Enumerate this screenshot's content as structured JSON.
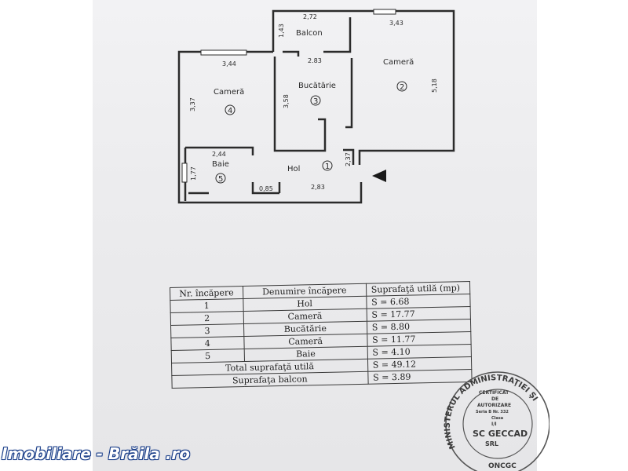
{
  "floorplan": {
    "rooms": [
      {
        "label": "Balcon"
      },
      {
        "label": "Cameră",
        "number": "2"
      },
      {
        "label": "Bucătărie",
        "number": "3"
      },
      {
        "label": "Cameră",
        "number": "4"
      },
      {
        "label": "Baie",
        "number": "5"
      },
      {
        "label": "Hol",
        "number": "1"
      }
    ],
    "dimensions": {
      "balcon_width": "2,72",
      "balcon_height": "1,43",
      "cam2_width": "3,43",
      "cam2_height": "5,18",
      "buc_width": "2.83",
      "buc_height": "3,58",
      "cam4_width": "3,44",
      "cam4_height": "3,37",
      "baie_width": "2,44",
      "baie_height": "1,77",
      "door_width": "0,85",
      "hol_width": "2,83",
      "hol_height": "2,37"
    }
  },
  "table": {
    "headers": [
      "Nr. încăpere",
      "Denumire încăpere",
      "Suprafaţă utilă (mp)"
    ],
    "rows": [
      {
        "nr": "1",
        "name": "Hol",
        "area": "S = 6.68"
      },
      {
        "nr": "2",
        "name": "Cameră",
        "area": "S = 17.77"
      },
      {
        "nr": "3",
        "name": "Bucătărie",
        "area": "S = 8.80"
      },
      {
        "nr": "4",
        "name": "Cameră",
        "area": "S = 11.77"
      },
      {
        "nr": "5",
        "name": "Baie",
        "area": "S = 4.10"
      }
    ],
    "total_label": "Total suprafaţă utilă",
    "total_value": "S = 49.12",
    "balcony_label": "Suprafaţa balcon",
    "balcony_value": "S = 3.89"
  },
  "stamp": {
    "ring_text": "MINISTERUL ADMINISTRAŢIEI ŞI",
    "ring_bottom": "ONCGC",
    "line1": "CERTIFICAT",
    "line2": "DE",
    "line3": "AUTORIZARE",
    "line4": "Seria B Nr. 332",
    "line5": "Clasa",
    "line6": "I/I",
    "line7": "SC GECCAD",
    "line8": "SRL"
  },
  "watermark": "Imobiliare - Brăila .ro"
}
